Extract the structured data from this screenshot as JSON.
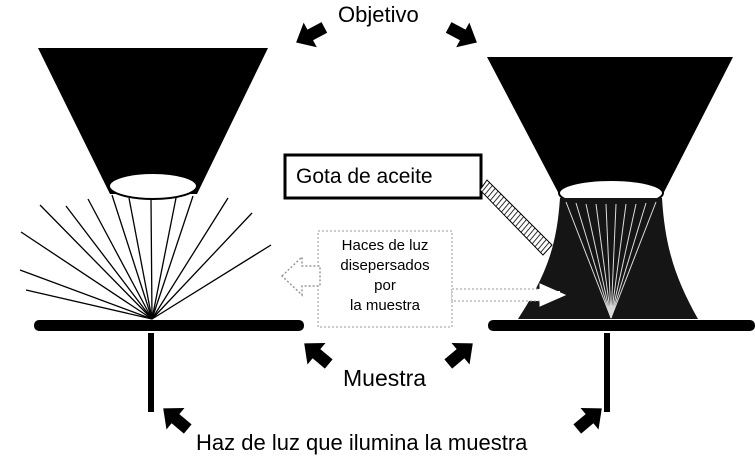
{
  "labels": {
    "objective": "Objetivo",
    "oil_drop": "Gota de aceite",
    "scattered_light": [
      "Haces de luz",
      "disepersados",
      "por",
      "la muestra"
    ],
    "sample": "Muestra",
    "light_beam": "Haz de luz  que ilumina la muestra"
  },
  "colors": {
    "ink": "#000000",
    "paper": "#ffffff",
    "oil": "#151515"
  },
  "icons": [
    "arrow-icon",
    "hollow-arrow-icon"
  ]
}
